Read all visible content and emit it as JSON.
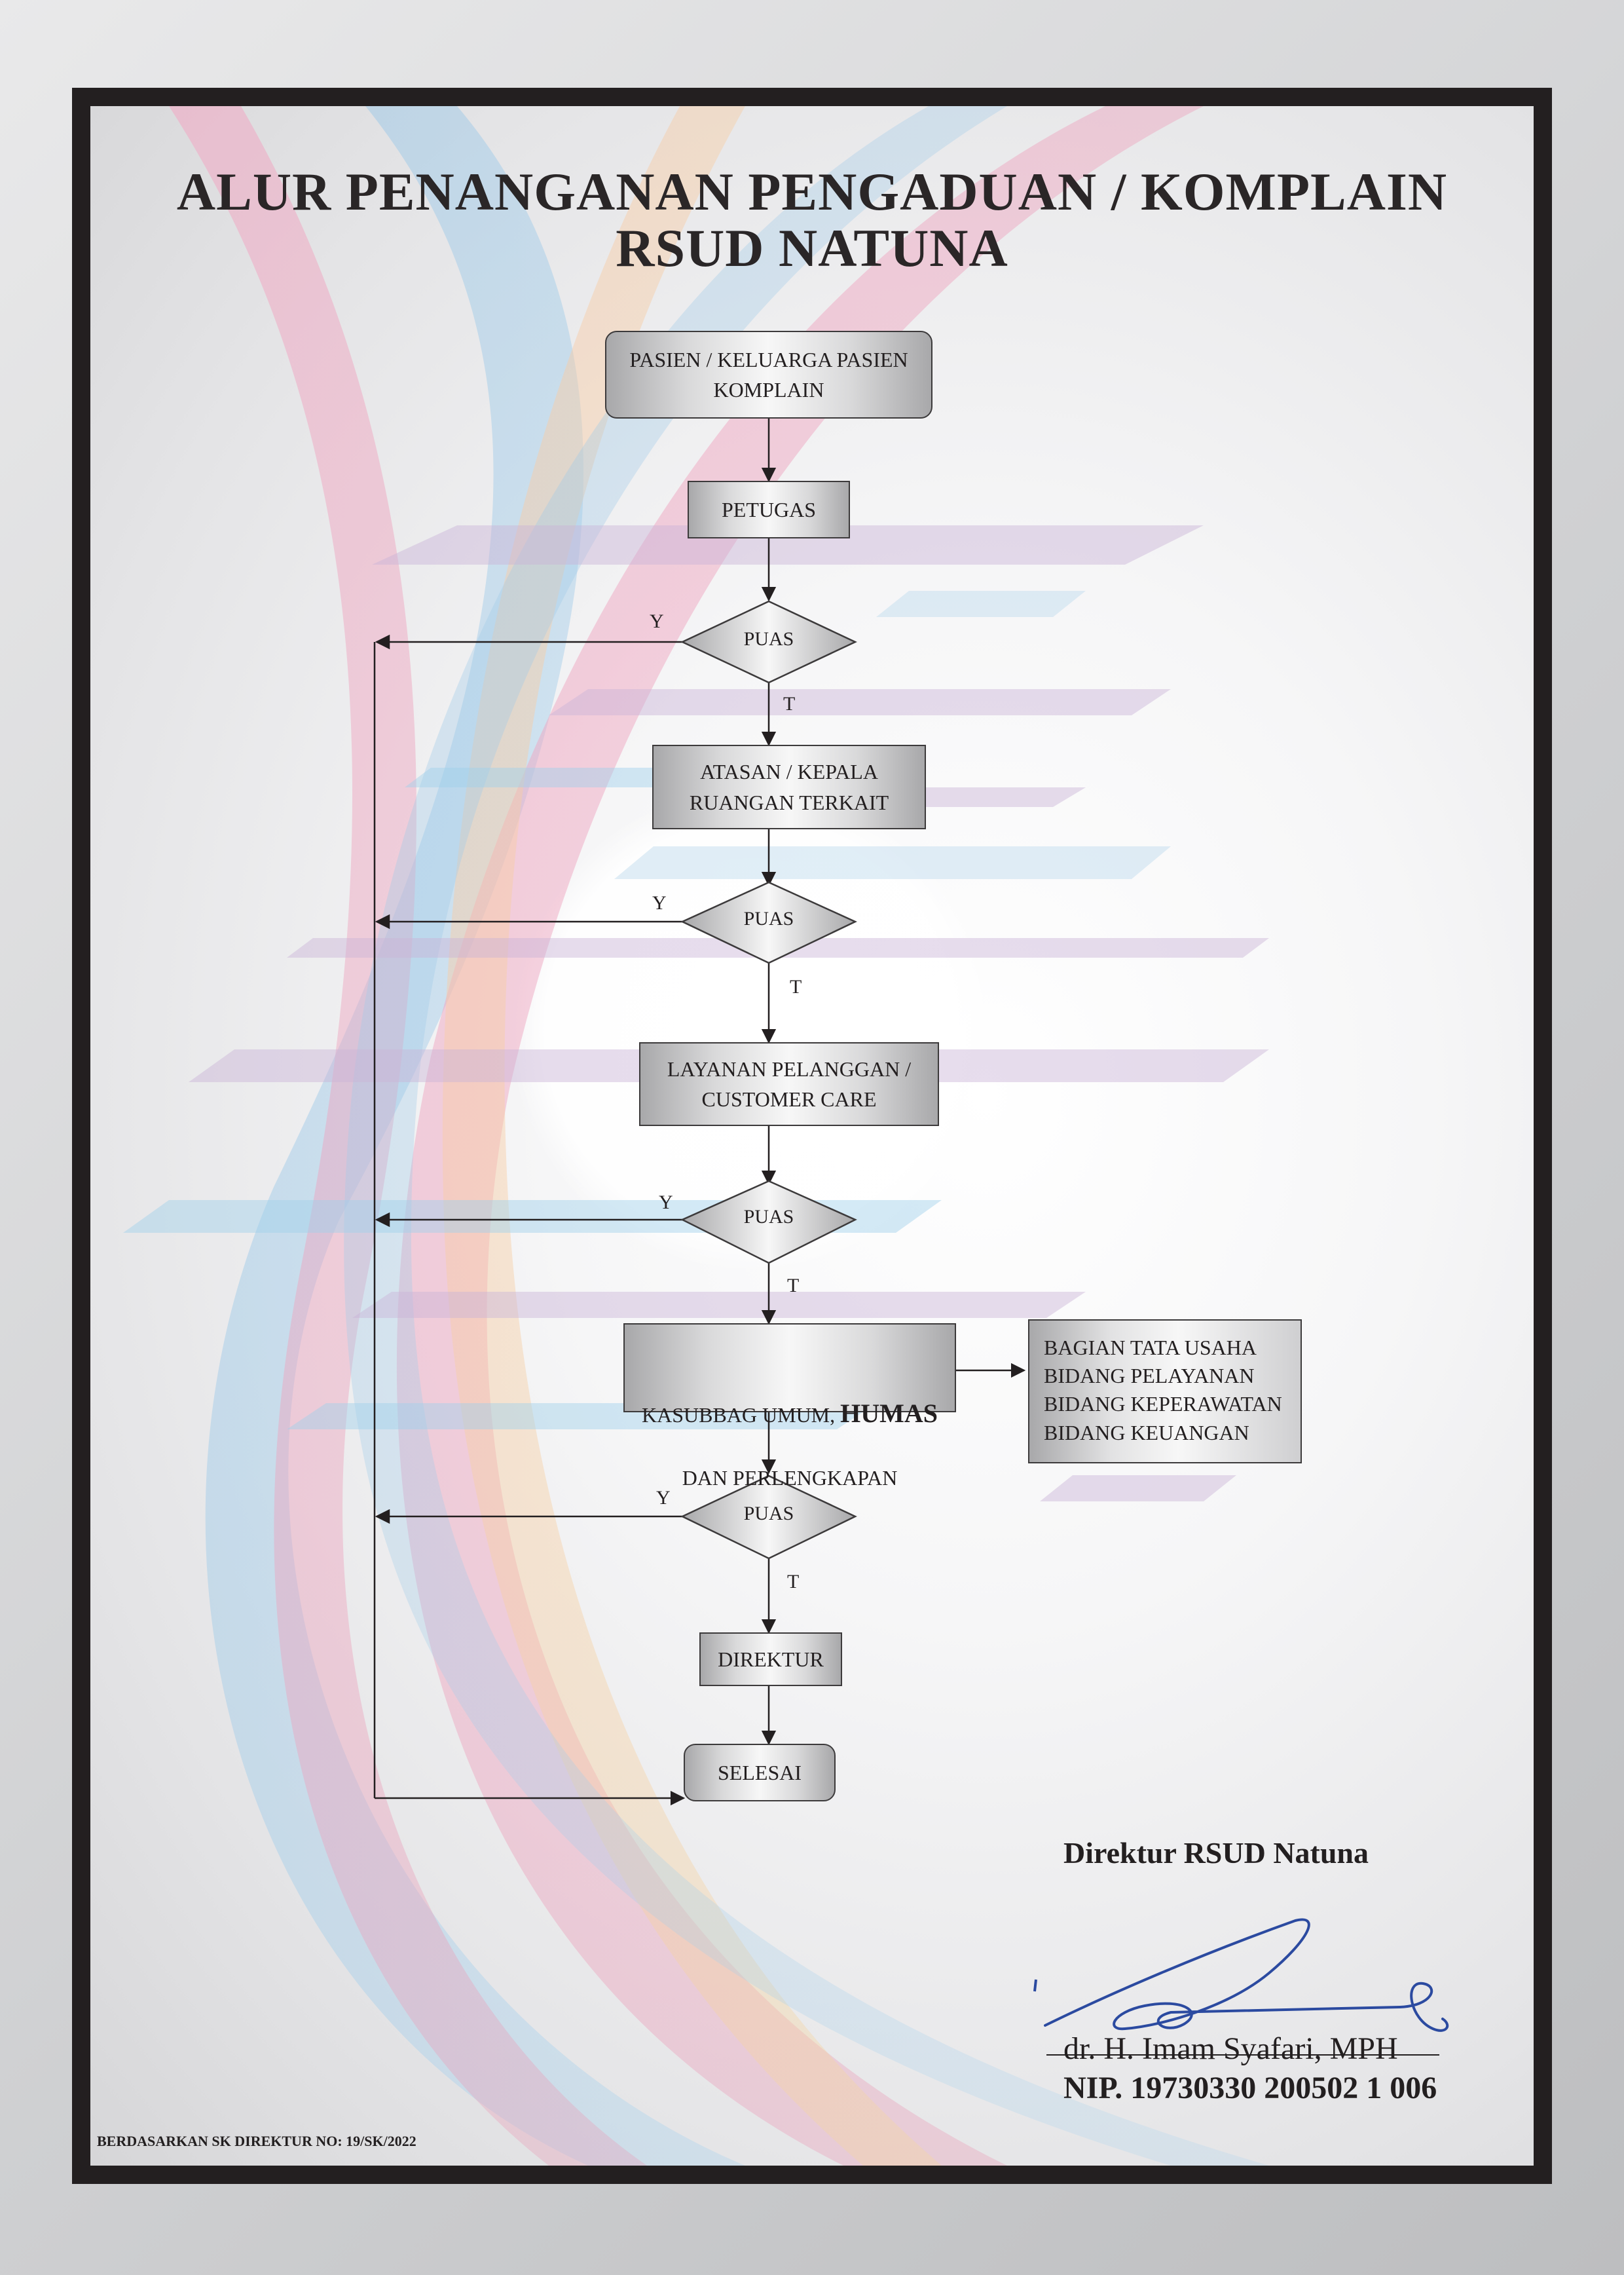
{
  "title": {
    "line1": "ALUR PENANGANAN PENGADUAN / KOMPLAIN",
    "line2": "RSUD NATUNA"
  },
  "flowchart": {
    "start": "PASIEN / KELUARGA PASIEN\nKOMPLAIN",
    "petugas": "PETUGAS",
    "decision_label": "PUAS",
    "yes_label": "Y",
    "no_label": "T",
    "atasan": "ATASAN / KEPALA\nRUANGAN TERKAIT",
    "layanan": "LAYANAN PELANGGAN /\nCUSTOMER CARE",
    "kasubbag": {
      "line1_prefix": "KASUBBAG UMUM, ",
      "line1_bold": "HUMAS",
      "line2": "DAN PERLENGKAPAN"
    },
    "bagian_items": [
      "BAGIAN TATA USAHA",
      "BIDANG PELAYANAN",
      "BIDANG KEPERAWATAN",
      "BIDANG KEUANGAN"
    ],
    "direktur": "DIREKTUR",
    "end": "SELESAI"
  },
  "signature": {
    "position": "Direktur RSUD Natuna",
    "name": "dr. H. Imam Syafari, MPH",
    "nip": "NIP. 19730330 200502 1 006",
    "signature_color": "#2b4aa0"
  },
  "footer": "BERDASARKAN SK DIREKTUR NO: 19/SK/2022"
}
